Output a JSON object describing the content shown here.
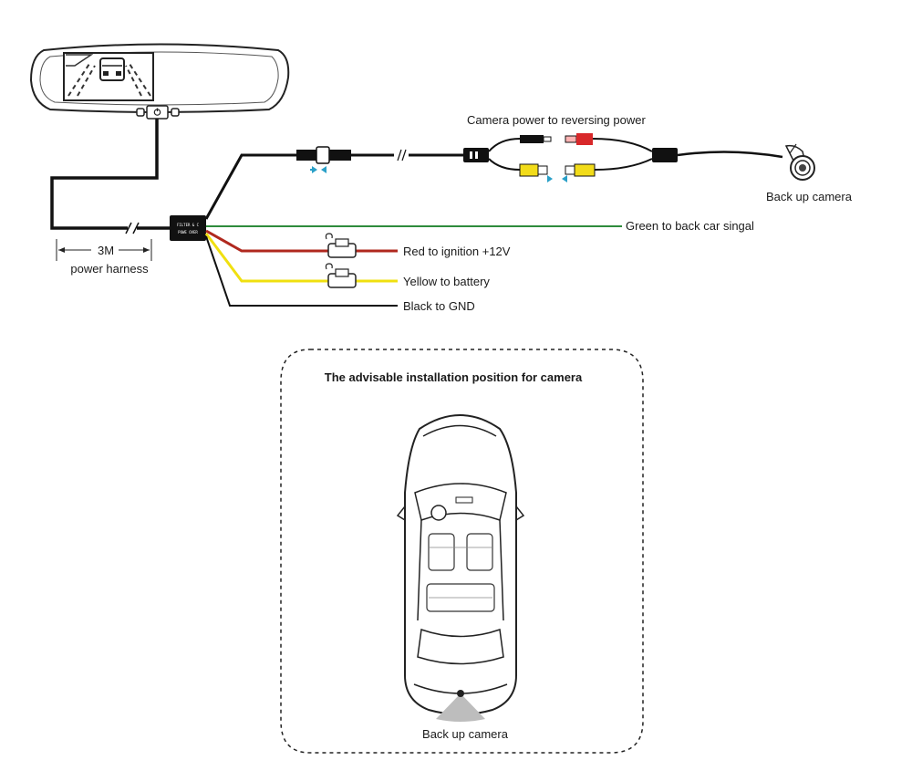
{
  "labels": {
    "camera_power": "Camera power to reversing power",
    "back_up_camera_top": "Back up camera",
    "green_wire": "Green to back car singal",
    "red_wire": "Red to ignition +12V",
    "yellow_wire": "Yellow to battery",
    "black_wire": "Black to GND",
    "harness_length": "3M",
    "harness_name": "power harness",
    "installation_title": "The advisable installation position for camera",
    "back_up_camera_bottom": "Back up camera",
    "box_text_1": "FILTER & C",
    "box_text_2": "POWE OVER"
  },
  "colors": {
    "green_wire": "#2e8b3c",
    "red_wire": "#b0281e",
    "yellow_wire": "#f0e010",
    "black_wire": "#111111",
    "arrow_blue": "#2aa0c8",
    "rca_red": "#d8282a",
    "rca_yellow": "#f2dc1a"
  },
  "icons": [
    "mirror-monitor-icon",
    "fuse-holder-icon",
    "rca-connector-icon",
    "backup-camera-icon",
    "car-top-view-icon",
    "power-button-icon"
  ]
}
